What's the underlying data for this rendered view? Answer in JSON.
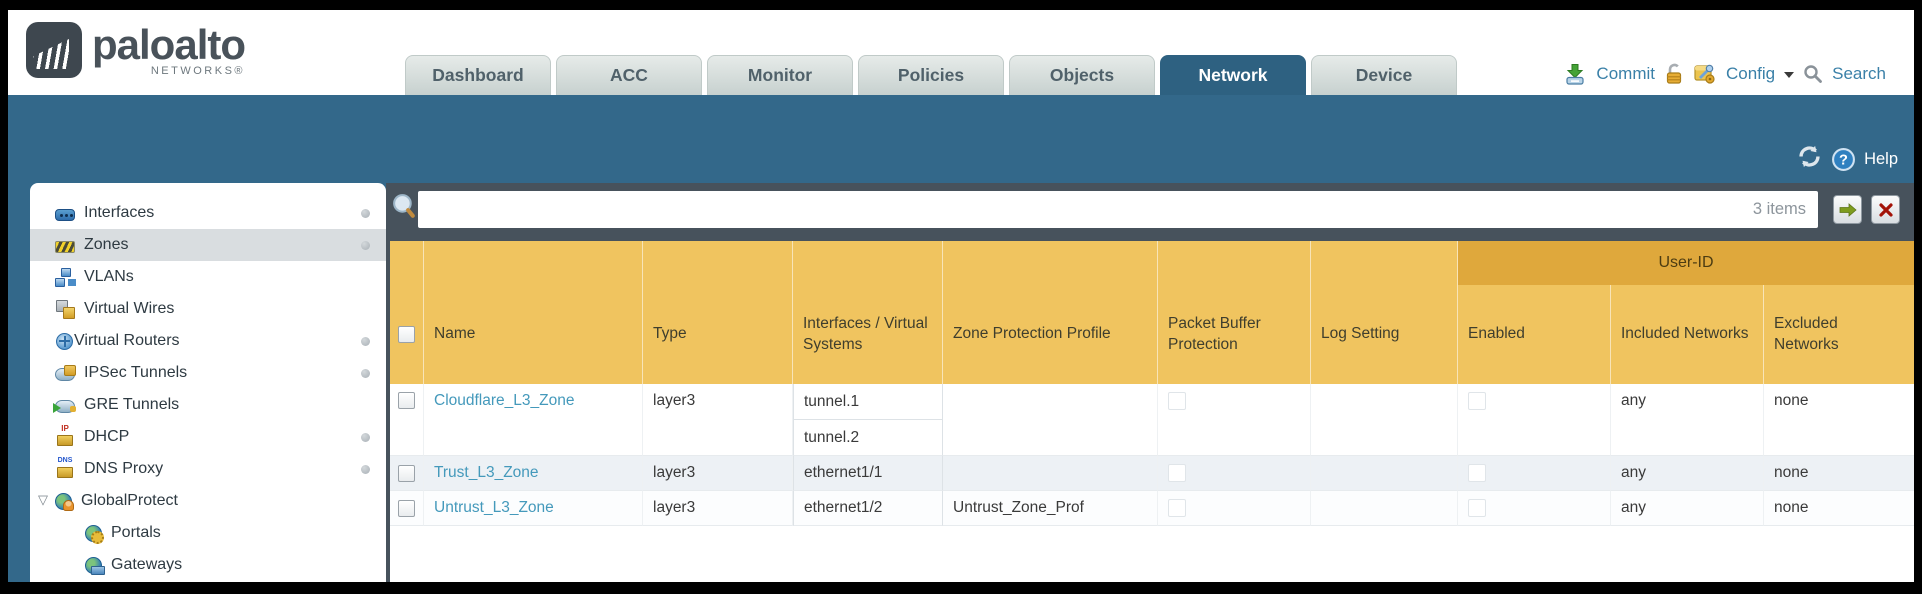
{
  "logo": {
    "brand": "paloalto",
    "sub": "NETWORKS®"
  },
  "tabs": [
    {
      "label": "Dashboard",
      "active": false
    },
    {
      "label": "ACC",
      "active": false
    },
    {
      "label": "Monitor",
      "active": false
    },
    {
      "label": "Policies",
      "active": false
    },
    {
      "label": "Objects",
      "active": false
    },
    {
      "label": "Network",
      "active": true
    },
    {
      "label": "Device",
      "active": false
    }
  ],
  "top_actions": {
    "commit": "Commit",
    "config": "Config",
    "search": "Search"
  },
  "band": {
    "help": "Help"
  },
  "toolbar": {
    "filter_value": "",
    "items_count": "3 items"
  },
  "sidebar": {
    "items": [
      {
        "label": "Interfaces"
      },
      {
        "label": "Zones",
        "selected": true
      },
      {
        "label": "VLANs"
      },
      {
        "label": "Virtual Wires"
      },
      {
        "label": "Virtual Routers"
      },
      {
        "label": "IPSec Tunnels"
      },
      {
        "label": "GRE Tunnels"
      },
      {
        "label": "DHCP"
      },
      {
        "label": "DNS Proxy"
      },
      {
        "label": "GlobalProtect",
        "expanded": true
      },
      {
        "label": "Portals"
      },
      {
        "label": "Gateways"
      }
    ]
  },
  "table": {
    "columns": [
      "Name",
      "Type",
      "Interfaces / Virtual Systems",
      "Zone Protection Profile",
      "Packet Buffer Protection",
      "Log Setting",
      "Enabled",
      "Included Networks",
      "Excluded Networks"
    ],
    "group_header": "User-ID",
    "rows": [
      {
        "name": "Cloudflare_L3_Zone",
        "type": "layer3",
        "interfaces": [
          "tunnel.1",
          "tunnel.2"
        ],
        "zone_protection_profile": "",
        "log_setting": "",
        "included_networks": "any",
        "excluded_networks": "none"
      },
      {
        "name": "Trust_L3_Zone",
        "type": "layer3",
        "interfaces": [
          "ethernet1/1"
        ],
        "zone_protection_profile": "",
        "log_setting": "",
        "included_networks": "any",
        "excluded_networks": "none"
      },
      {
        "name": "Untrust_L3_Zone",
        "type": "layer3",
        "interfaces": [
          "ethernet1/2"
        ],
        "zone_protection_profile": "Untrust_Zone_Prof",
        "log_setting": "",
        "included_networks": "any",
        "excluded_networks": "none"
      }
    ]
  },
  "colors": {
    "teal": "#33688a",
    "slate": "#47525c",
    "header_gold": "#f0c45f",
    "group_gold": "#dfa83c",
    "link_blue": "#4499bb",
    "active_tab": "#2e6181"
  }
}
